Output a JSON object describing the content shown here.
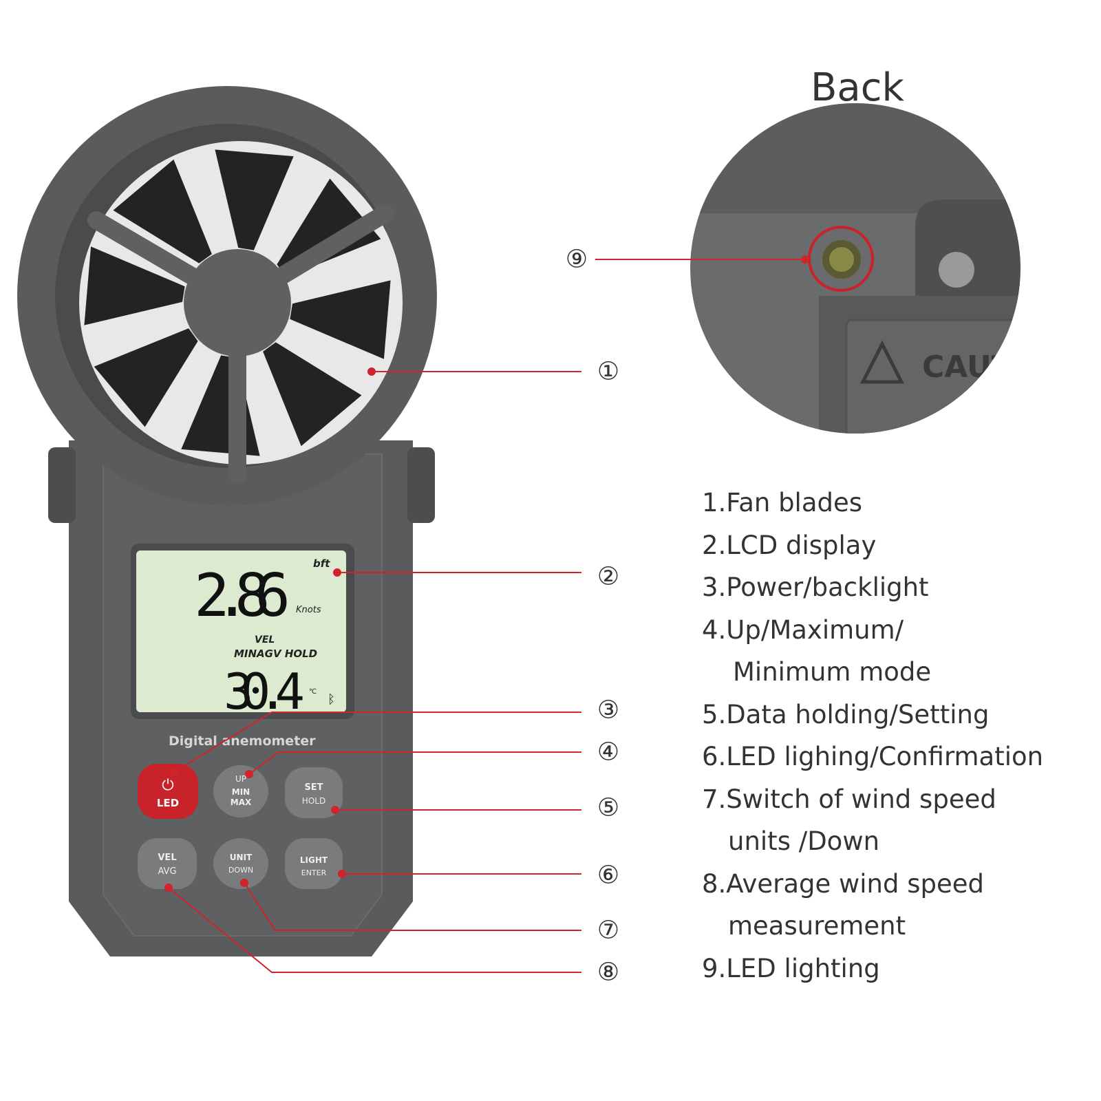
{
  "back_title": "Back",
  "device": {
    "brand_label": "Digital anemometer",
    "lcd": {
      "top_indicator": "bft",
      "main_value": "2.86",
      "main_unit": "Knots",
      "mode_vel": "VEL",
      "mode_line": "MINAGV  HOLD",
      "secondary_value": "30.4",
      "secondary_unit": "℃"
    },
    "buttons": [
      {
        "line1": "⏻",
        "line2": "LED"
      },
      {
        "line1": "UP",
        "line2": "MIN",
        "line3": "MAX"
      },
      {
        "line1": "SET",
        "line2": "HOLD"
      },
      {
        "line1": "VEL",
        "line2": "AVG"
      },
      {
        "line1": "UNIT",
        "line2": "DOWN"
      },
      {
        "line1": "LIGHT",
        "line2": "ENTER"
      }
    ],
    "back_caution_text": "CAUT",
    "accent_color": "#d0232a",
    "body_color": "#5a5b5d"
  },
  "callouts": [
    "①",
    "②",
    "③",
    "④",
    "⑤",
    "⑥",
    "⑦",
    "⑧",
    "⑨"
  ],
  "legend": [
    "1.Fan blades",
    "2.LCD display",
    "3.Power/backlight",
    "4.Up/Maximum/",
    "Minimum mode",
    "5.Data holding/Setting",
    "6.LED lighing/Confirmation",
    "7.Switch of wind speed",
    "units  /Down",
    "8.Average wind speed",
    "measurement",
    "9.LED lighting"
  ]
}
